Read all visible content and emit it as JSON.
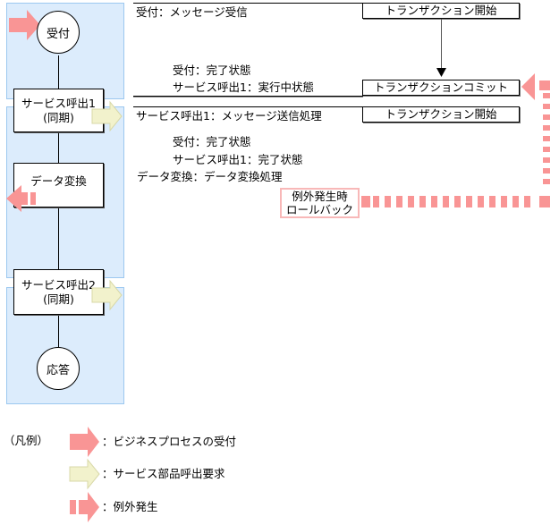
{
  "colors": {
    "panel_bg": "#dcecfc",
    "panel_border": "#9cc8f0",
    "accept_arrow": "#f99595",
    "service_arrow": "#f2f2cc",
    "service_arrow_border": "#d8d8a8",
    "exception_arrow": "#f99595",
    "rollback_border": "#f8b8b8"
  },
  "flow": {
    "start_node": "受付",
    "service_call_1": {
      "line1": "サービス呼出1",
      "line2": "(同期)"
    },
    "data_transform": "データ変換",
    "service_call_2": {
      "line1": "サービス呼出2",
      "line2": "(同期)"
    },
    "end_node": "応答"
  },
  "log": {
    "row1": "受付：メッセージ受信",
    "row2_state1": "受付：完了状態",
    "row2_state2": "サービス呼出1：実行中状態",
    "row3": "サービス呼出1：メッセージ送信処理",
    "row4_state1": "受付：完了状態",
    "row4_state2": "サービス呼出1：完了状態",
    "row4_process": "データ変換：データ変換処理"
  },
  "transactions": {
    "tx_start_1": "トランザクション開始",
    "tx_commit": "トランザクションコミット",
    "tx_start_2": "トランザクション開始"
  },
  "rollback": {
    "line1": "例外発生時",
    "line2": "ロールバック"
  },
  "legend": {
    "title": "（凡例）",
    "items": [
      {
        "icon": "accept-arrow-icon",
        "label": "：ビジネスプロセスの受付"
      },
      {
        "icon": "service-call-arrow-icon",
        "label": "：サービス部品呼出要求"
      },
      {
        "icon": "exception-arrow-icon",
        "label": "：例外発生"
      }
    ]
  }
}
